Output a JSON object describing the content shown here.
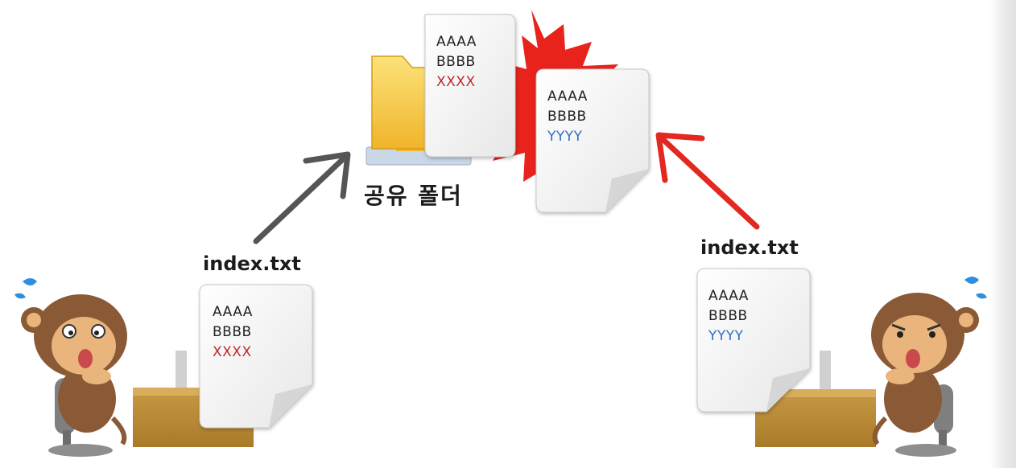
{
  "shared_folder": {
    "label": "공유 폴더"
  },
  "documents": {
    "server_left": {
      "lines": [
        "AAAA",
        "BBBB",
        "XXXX"
      ],
      "line_colors": [
        "#222222",
        "#222222",
        "#c2272d"
      ]
    },
    "server_right": {
      "lines": [
        "AAAA",
        "BBBB",
        "YYYY"
      ],
      "line_colors": [
        "#222222",
        "#222222",
        "#2f6fc6"
      ]
    },
    "user_left": {
      "filename": "index.txt",
      "lines": [
        "AAAA",
        "BBBB",
        "XXXX"
      ],
      "line_colors": [
        "#222222",
        "#222222",
        "#c2272d"
      ]
    },
    "user_right": {
      "filename": "index.txt",
      "lines": [
        "AAAA",
        "BBBB",
        "YYYY"
      ],
      "line_colors": [
        "#222222",
        "#222222",
        "#2f6fc6"
      ]
    }
  },
  "colors": {
    "conflict_burst": "#e8231b",
    "arrow_left": "#555555",
    "arrow_right": "#e3281f",
    "folder": "#f6c63a",
    "monkey_fur": "#8a5a36",
    "monkey_face": "#e9b57d",
    "desk": "#b8862f",
    "sweat": "#2e8fe0"
  },
  "icons": [
    "shared-folder-icon",
    "conflict-burst-icon",
    "monkey-left-icon",
    "monkey-right-icon",
    "sweat-drop-icon",
    "desk-icon",
    "laptop-icon",
    "chair-icon"
  ]
}
